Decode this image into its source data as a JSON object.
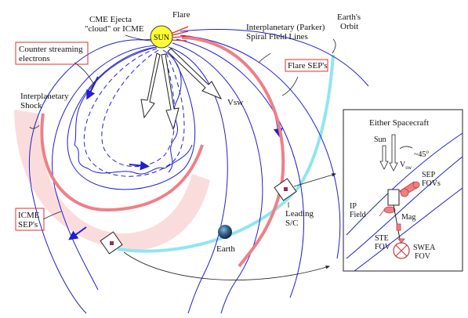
{
  "labels": {
    "flare": "Flare",
    "sun": "SUN",
    "cme_line1": "CME Ejecta",
    "cme_line2": "\"cloud\" or ICME",
    "counter_line1": "Counter streaming",
    "counter_line2": "electrons",
    "interplanetary_line1": "Interplanetary (Parker)",
    "interplanetary_line2": "Spiral Field Lines",
    "earth_orbit_line1": "Earth's",
    "earth_orbit_line2": "Orbit",
    "flare_seps": "Flare SEP's",
    "shock_line1": "Interplanetary",
    "shock_line2": "Shock",
    "vsw": "Vsw",
    "icme_line1": "ICME",
    "icme_line2": "SEP's",
    "earth": "Earth",
    "leading_line1": "Leading",
    "leading_line2": "S/C"
  },
  "inset": {
    "title": "Either Spacecraft",
    "sun": "Sun",
    "vsw_v": "V",
    "vsw_sub": "sw",
    "angle": "~45",
    "angle_sup": "o",
    "sep_line1": "SEP",
    "sep_line2": "FOVs",
    "ip_line1": "IP",
    "ip_line2": "Field",
    "mag": "Mag",
    "ste_line1": "STE",
    "ste_line2": "FOV",
    "swea_line1": "SWEA",
    "swea_line2": "FOV"
  },
  "colors": {
    "field_line": "#1f1fcf",
    "sep_red": "#f07f85",
    "orbit_cyan": "#8fe6ef",
    "shock_fill": "#fbdcdc",
    "sun_fill": "#ffff33",
    "label_box": "#e0302a"
  }
}
